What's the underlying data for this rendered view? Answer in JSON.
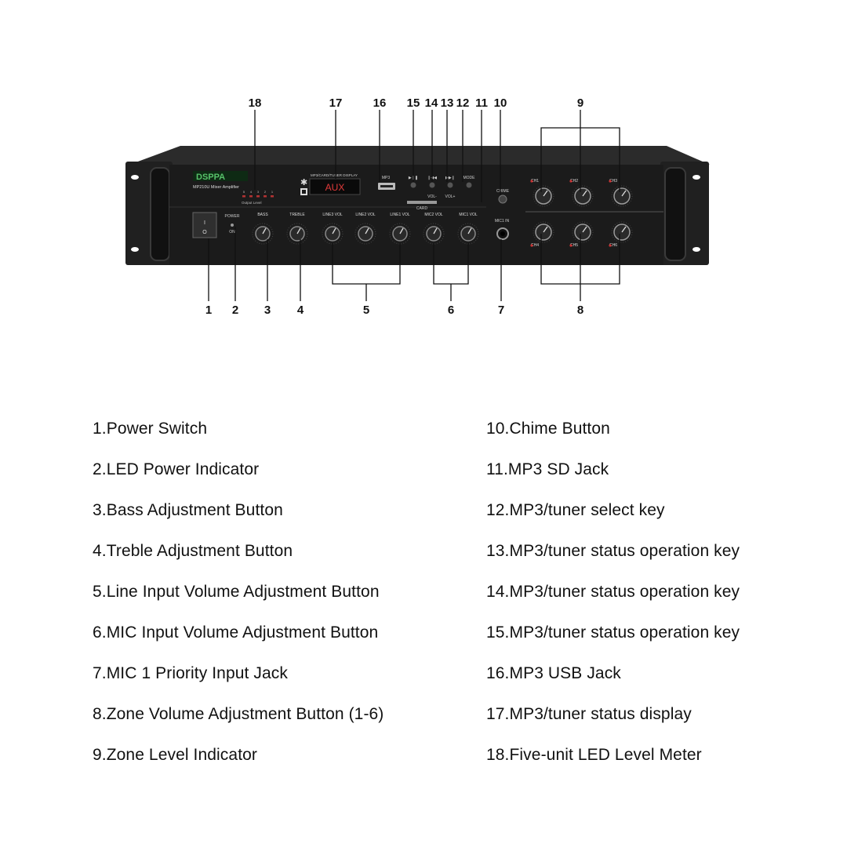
{
  "callouts_top": [
    "18",
    "17",
    "16",
    "15",
    "14",
    "13",
    "12",
    "11",
    "10",
    "9"
  ],
  "callouts_bottom": [
    "1",
    "2",
    "3",
    "4",
    "5",
    "6",
    "7",
    "8"
  ],
  "panel": {
    "logo": "DSPPA",
    "model": "MP210U Mixer Amplifier",
    "display_title": "MP3/CARD/TUNER DISPLAY",
    "display_text": "AUX",
    "output_level": "Output Level",
    "meter_ticks": [
      "5",
      "4",
      "3",
      "2",
      "1"
    ],
    "usb_label": "MP3",
    "card_label": "CARD",
    "vol_minus": "VOL-",
    "vol_plus": "VOL+",
    "mode_label": "MODE",
    "chime_label": "CHIME",
    "mic1_in_label": "MIC1 IN",
    "power_label": "POWER",
    "on_label": "ON",
    "knob_labels": [
      "BASS",
      "TREBLE",
      "LINE3 VOL",
      "LINE2 VOL",
      "LINE1 VOL",
      "MIC2 VOL",
      "MIC1 VOL"
    ],
    "zone_labels_top": [
      "CH1",
      "CH2",
      "CH3"
    ],
    "zone_labels_bottom": [
      "CH4",
      "CH5",
      "CH6"
    ]
  },
  "legend_left": [
    "1.Power Switch",
    "2.LED Power Indicator",
    "3.Bass Adjustment Button",
    "4.Treble Adjustment Button",
    "5.Line Input Volume Adjustment Button",
    "6.MIC Input Volume Adjustment Button",
    "7.MIC 1 Priority Input Jack",
    "8.Zone Volume Adjustment Button (1-6)",
    "9.Zone Level Indicator"
  ],
  "legend_right": [
    "10.Chime Button",
    "11.MP3 SD Jack",
    "12.MP3/tuner select key",
    "13.MP3/tuner status operation key",
    "14.MP3/tuner status operation key",
    "15.MP3/tuner status operation key",
    "16.MP3 USB Jack",
    "17.MP3/tuner status display",
    "18.Five-unit LED Level Meter"
  ],
  "colors": {
    "panel": "#1c1c1c",
    "panel_top": "#2a2a2a",
    "ear": "#222222",
    "display_red": "#e23b3b",
    "logo_green": "#57c26a",
    "line": "#111111"
  }
}
